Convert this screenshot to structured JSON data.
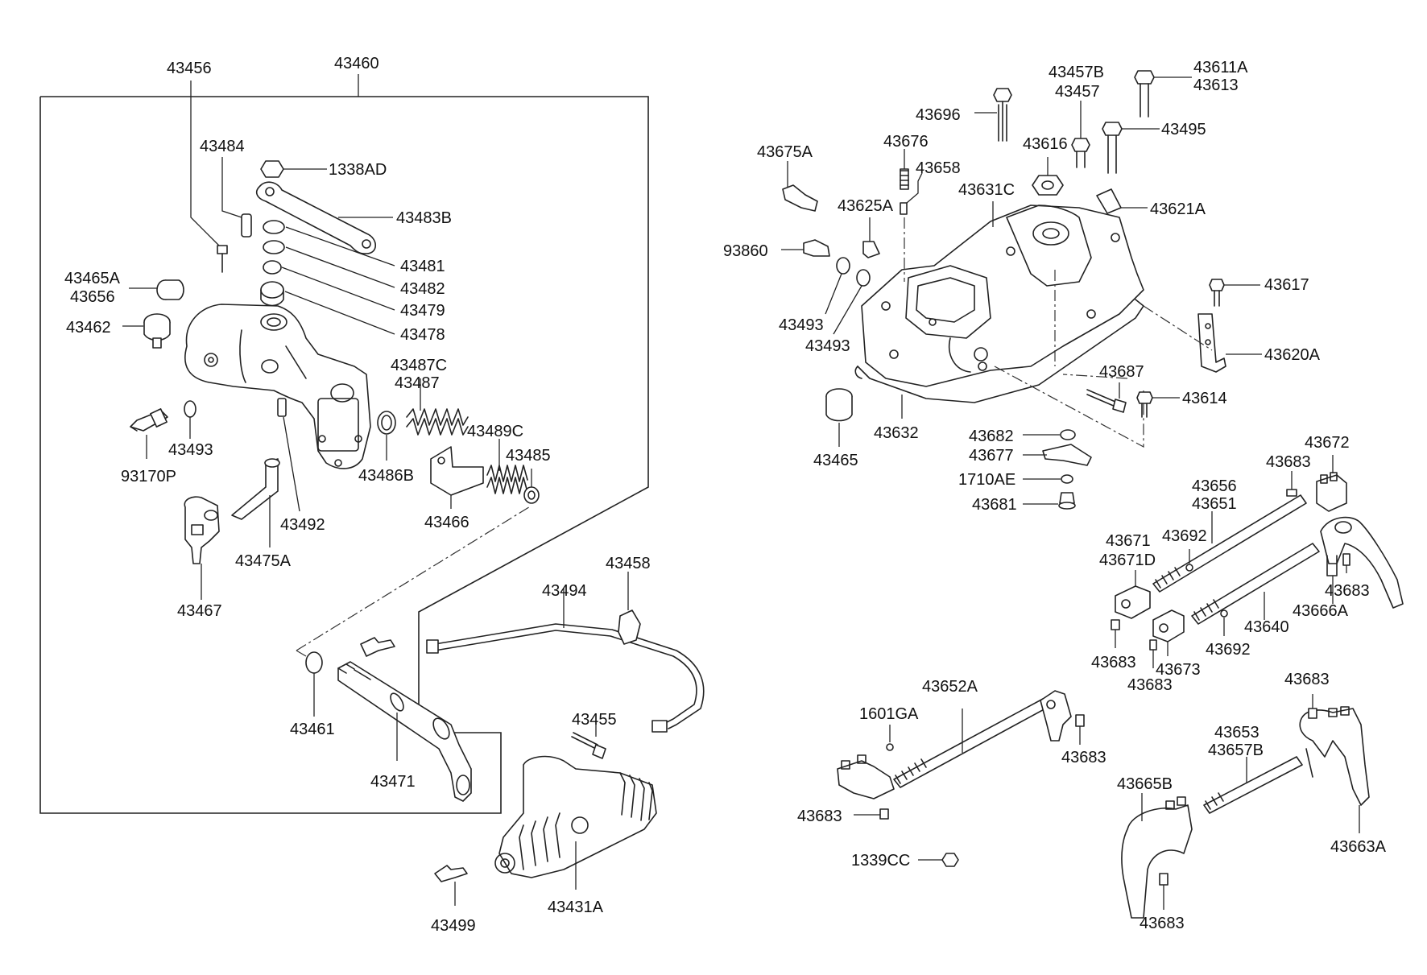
{
  "labels": {
    "p43456": "43456",
    "p43460": "43460",
    "p43484": "43484",
    "p1338AD": "1338AD",
    "p43483B": "43483B",
    "p43481": "43481",
    "p43482": "43482",
    "p43479": "43479",
    "p43478": "43478",
    "p43465A": "43465A",
    "p43656a": "43656",
    "p43462": "43462",
    "p43487C": "43487C",
    "p43487": "43487",
    "p43489C": "43489C",
    "p43485": "43485",
    "p43493a": "43493",
    "p93170P": "93170P",
    "p43486B": "43486B",
    "p43466": "43466",
    "p43492": "43492",
    "p43475A": "43475A",
    "p43467": "43467",
    "p43458": "43458",
    "p43494": "43494",
    "p43461": "43461",
    "p43471": "43471",
    "p43455": "43455",
    "p43431A": "43431A",
    "p43499": "43499",
    "p43457B": "43457B",
    "p43457": "43457",
    "p43611A": "43611A",
    "p43613": "43613",
    "p43696": "43696",
    "p43495": "43495",
    "p43676": "43676",
    "p43616": "43616",
    "p43675A": "43675A",
    "p43658": "43658",
    "p43631C": "43631C",
    "p43625A": "43625A",
    "p43621A": "43621A",
    "p93860": "93860",
    "p43617": "43617",
    "p43493b": "43493",
    "p43493c": "43493",
    "p43620A": "43620A",
    "p43687": "43687",
    "p43614": "43614",
    "p43465": "43465",
    "p43632": "43632",
    "p43682": "43682",
    "p43677": "43677",
    "p1710AE": "1710AE",
    "p43681": "43681",
    "p43672": "43672",
    "p43683a": "43683",
    "p43656b": "43656",
    "p43651": "43651",
    "p43671": "43671",
    "p43692a": "43692",
    "p43671D": "43671D",
    "p43683b": "43683",
    "p43666A": "43666A",
    "p43640": "43640",
    "p43683c": "43683",
    "p43692b": "43692",
    "p43673": "43673",
    "p43683d": "43683",
    "p43652A": "43652A",
    "p1601GA": "1601GA",
    "p43683e": "43683",
    "p43683f": "43683",
    "p43653": "43653",
    "p43657B": "43657B",
    "p43665B": "43665B",
    "p43683g": "43683",
    "p43663A": "43663A",
    "p1339CC": "1339CC",
    "p43683h": "43683"
  }
}
